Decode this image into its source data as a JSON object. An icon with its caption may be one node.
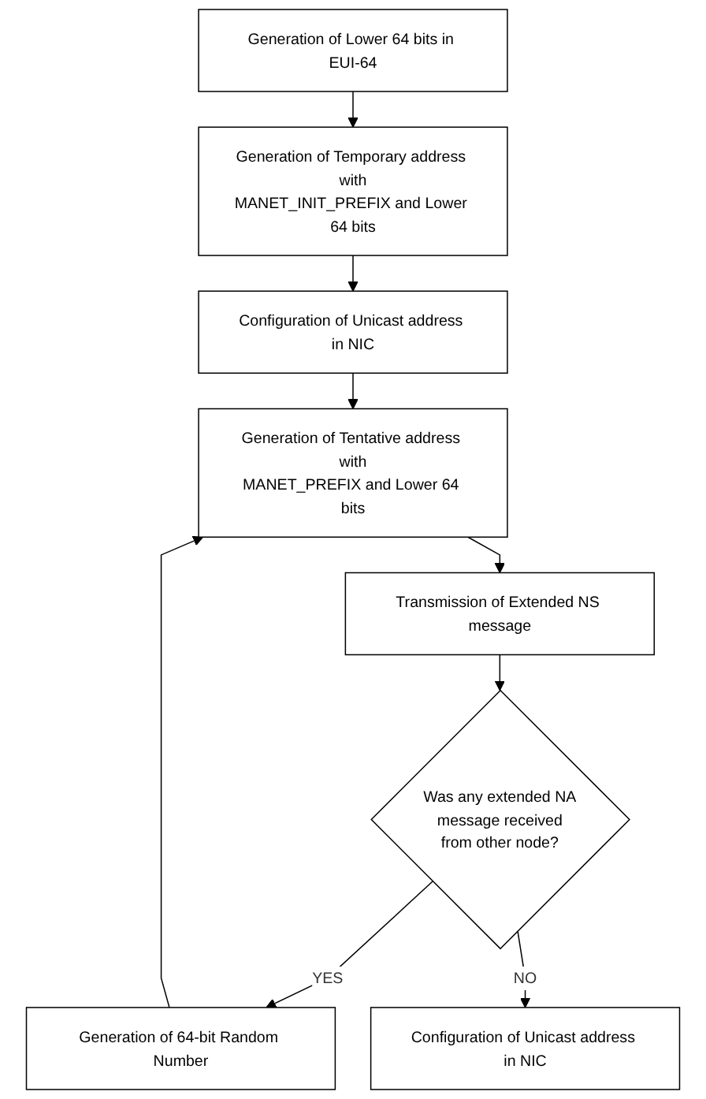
{
  "diagram": {
    "nodes": [
      {
        "text": [
          "Generation of Lower 64 bits in EUI-64"
        ]
      },
      {
        "text": [
          "Generation of Temporary address with MANET_INIT_PREFIX and Lower 64 bits"
        ]
      },
      {
        "text": [
          "Configuration of Unicast address in NIC"
        ]
      },
      {
        "text": [
          "Generation of Tentative address with MANET_PREFIX and Lower 64 bits"
        ]
      },
      {
        "text": [
          "Transmission of Extended NS message"
        ]
      },
      {
        "text": [
          "Was any extended NA message received from other node?"
        ]
      },
      {
        "text": [
          "Generation of 64-bit Random Number"
        ]
      },
      {
        "text": [
          "Configuration of Unicast address in NIC"
        ]
      }
    ],
    "edges": [
      {
        "from": 0,
        "to": 1,
        "arrow": "to"
      },
      {
        "from": 1,
        "to": 2,
        "arrow": "to"
      },
      {
        "from": 2,
        "to": 3,
        "arrow": "to"
      },
      {
        "from": 3,
        "to": 4,
        "arrow": "to"
      },
      {
        "from": 4,
        "to": 5,
        "arrow": "to"
      },
      {
        "from": 5,
        "to": 6,
        "label": "YES",
        "arrow": "to"
      },
      {
        "from": 5,
        "to": 7,
        "label": "NO",
        "arrow": "to"
      },
      {
        "from": 6,
        "to": 3,
        "arrow": "to"
      }
    ]
  }
}
